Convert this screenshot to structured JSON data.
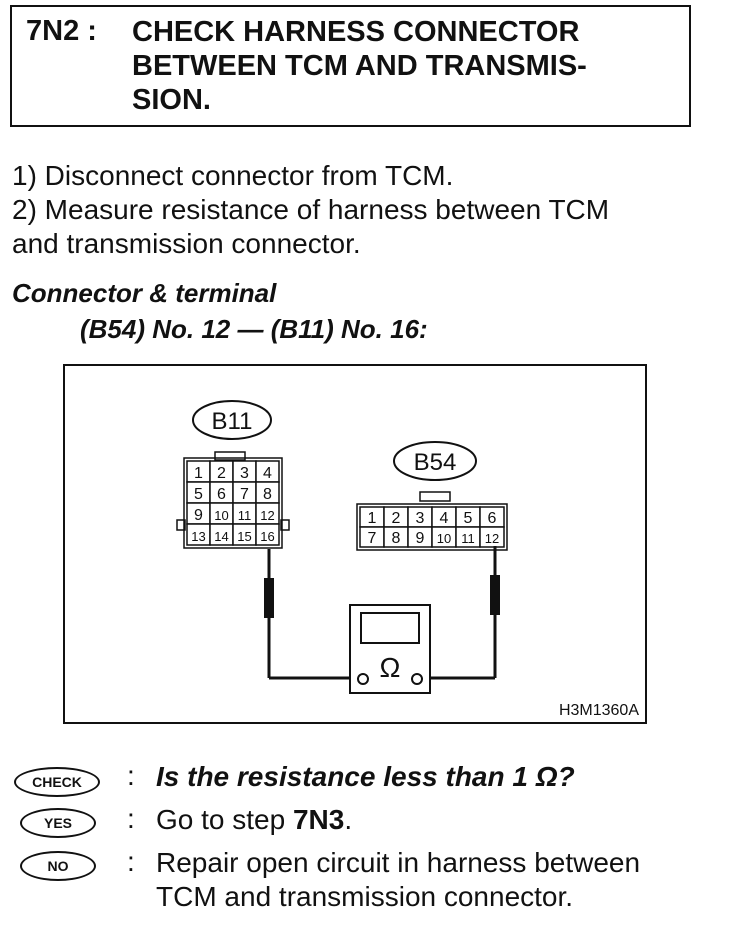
{
  "header": {
    "code": "7N2 :",
    "title_lines": [
      "CHECK HARNESS CONNECTOR",
      "BETWEEN TCM AND TRANSMIS-",
      "SION."
    ]
  },
  "steps": [
    "1)  Disconnect connector from TCM.",
    "2)  Measure resistance of harness between TCM",
    "and transmission connector."
  ],
  "connector": {
    "title": "Connector & terminal",
    "spec": "(B54) No. 12 — (B11) No. 16:"
  },
  "diagram": {
    "b11_label": "B11",
    "b11_pins": [
      [
        "1",
        "2",
        "3",
        "4"
      ],
      [
        "5",
        "6",
        "7",
        "8"
      ],
      [
        "9",
        "10",
        "11",
        "12"
      ],
      [
        "13",
        "14",
        "15",
        "16"
      ]
    ],
    "b54_label": "B54",
    "b54_pins": [
      [
        "1",
        "2",
        "3",
        "4",
        "5",
        "6"
      ],
      [
        "7",
        "8",
        "9",
        "10",
        "11",
        "12"
      ]
    ],
    "meter_symbol": "Ω",
    "figure_code": "H3M1360A"
  },
  "checks": [
    {
      "badge": "CHECK",
      "colon": ":",
      "text": "Is the resistance less than 1 Ω?"
    },
    {
      "badge": "YES",
      "colon": ":",
      "text_prefix": "Go to step ",
      "text_bold": "7N3",
      "text_suffix": "."
    },
    {
      "badge": "NO",
      "colon": ":",
      "text_lines": [
        "Repair open circuit in harness between",
        "TCM and transmission connector."
      ]
    }
  ]
}
